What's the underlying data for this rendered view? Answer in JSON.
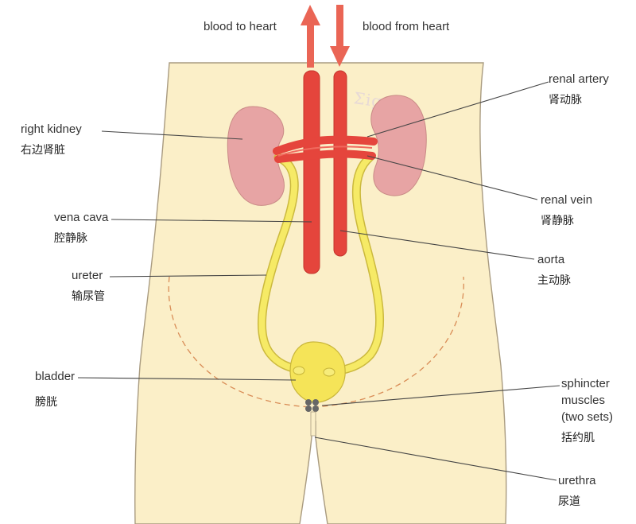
{
  "arrows": {
    "to_heart": "blood to heart",
    "from_heart": "blood from heart"
  },
  "watermark": "Σigma",
  "labels": {
    "right_kidney": {
      "en": "right kidney",
      "cn": "右边肾脏"
    },
    "vena_cava": {
      "en": "vena cava",
      "cn": "腔静脉"
    },
    "ureter": {
      "en": "ureter",
      "cn": "输尿管"
    },
    "bladder": {
      "en": "bladder",
      "cn": "膀胱"
    },
    "renal_artery": {
      "en": "renal artery",
      "cn": "肾动脉"
    },
    "renal_vein": {
      "en": "renal vein",
      "cn": "肾静脉"
    },
    "aorta": {
      "en": "aorta",
      "cn": "主动脉"
    },
    "sphincter": {
      "en_line1": "sphincter",
      "en_line2": "muscles",
      "en_line3": "(two sets)",
      "cn": "括约肌"
    },
    "urethra": {
      "en": "urethra",
      "cn": "尿道"
    }
  },
  "colors": {
    "body_fill": "#fbefc8",
    "outline": "#a99b80",
    "kidney": "#e7a4a4",
    "vessel": "#e5453c",
    "vessel_arrow": "#ea6555",
    "ureter": "#f6ea66",
    "bladder": "#f5e458",
    "pelvis_line": "#d98d57"
  }
}
